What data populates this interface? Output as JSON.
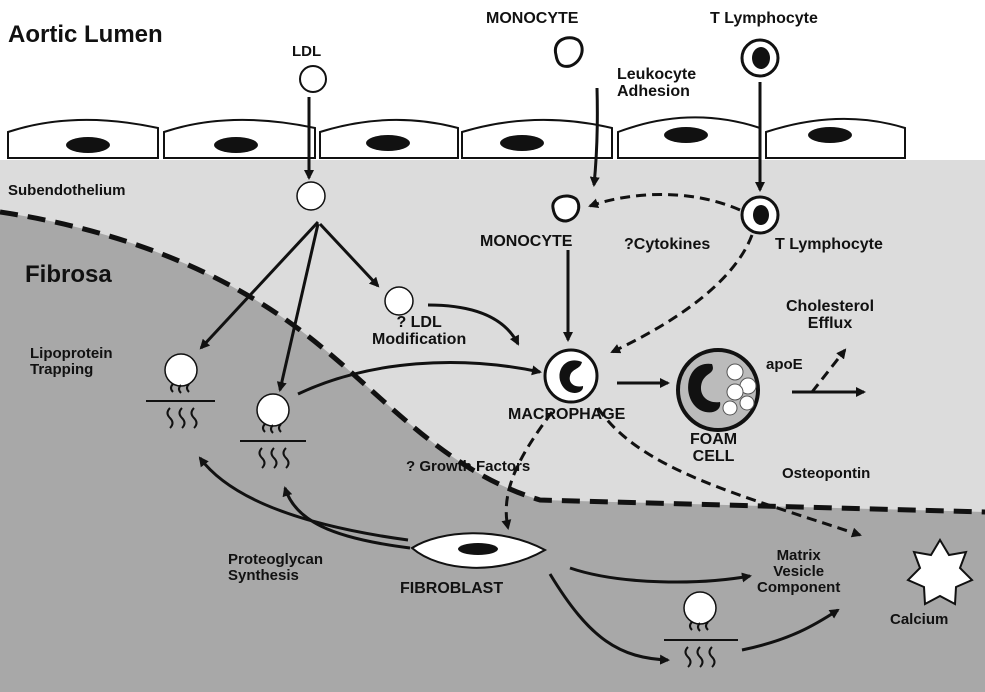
{
  "labels": {
    "aortic_lumen": "Aortic Lumen",
    "ldl_top": "LDL",
    "monocyte_top": "MONOCYTE",
    "t_lymphocyte_top": "T Lymphocyte",
    "leukocyte_adhesion": "Leukocyte\nAdhesion",
    "subendothelium": "Subendothelium",
    "fibrosa": "Fibrosa",
    "monocyte_mid": "MONOCYTE",
    "cytokines": "?Cytokines",
    "t_lymphocyte_mid": "T Lymphocyte",
    "cholesterol_efflux": "Cholesterol\nEfflux",
    "ldl_modification": "? LDL\nModification",
    "lipoprotein_trapping": "Lipoprotein\nTrapping",
    "apoe": "apoE",
    "macrophage": "MACROPHAGE",
    "foam_cell": "FOAM\nCELL",
    "growth_factors": "? Growth Factors",
    "osteopontin": "Osteopontin",
    "proteoglycan_synthesis": "Proteoglycan\nSynthesis",
    "fibroblast": "FIBROBLAST",
    "matrix_vesicle": "Matrix\nVesicle\nComponent",
    "calcium": "Calcium"
  },
  "colors": {
    "subendothelium_fill": "#dcdcdc",
    "fibrosa_fill": "#a8a8a8",
    "ink": "#111111",
    "cell_fill": "#ffffff"
  }
}
